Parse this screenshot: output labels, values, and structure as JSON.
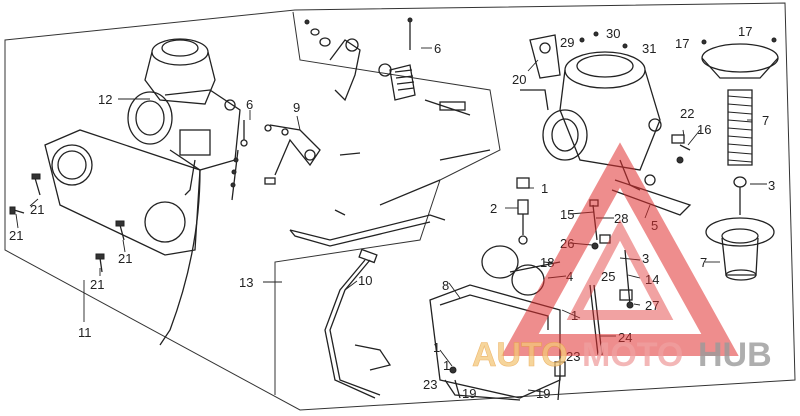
{
  "callouts": {
    "c1a": "1",
    "c1b": "1",
    "c1c": "1",
    "c1d": "1",
    "c2": "2",
    "c3a": "3",
    "c3b": "3",
    "c4": "4",
    "c5": "5",
    "c6a": "6",
    "c6b": "6",
    "c7a": "7",
    "c7b": "7",
    "c8": "8",
    "c9": "9",
    "c10": "10",
    "c11": "11",
    "c12": "12",
    "c13": "13",
    "c14": "14",
    "c15": "15",
    "c16": "16",
    "c17a": "17",
    "c17b": "17",
    "c18": "18",
    "c19a": "19",
    "c19b": "19",
    "c20": "20",
    "c21a": "21",
    "c21b": "21",
    "c21c": "21",
    "c21d": "21",
    "c22": "22",
    "c23a": "23",
    "c23b": "23",
    "c24": "24",
    "c25": "25",
    "c26": "26",
    "c27": "27",
    "c28": "28",
    "c29": "29",
    "c30": "30",
    "c31": "31"
  },
  "watermark": {
    "part1": "AUTO",
    "part2": "MOTO",
    "part3": "HUB",
    "color_auto": "#f4c77a",
    "color_moto": "#f0a0a0",
    "color_hub": "#9a9a9a",
    "triangle_color": "#e03030"
  }
}
